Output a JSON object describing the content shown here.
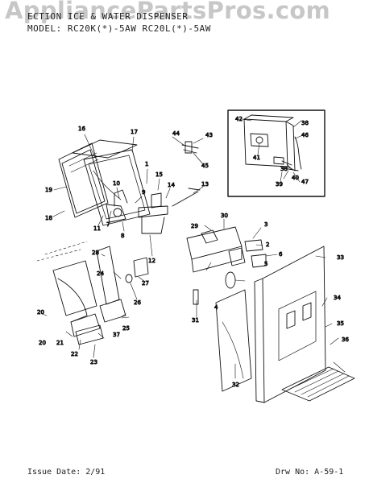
{
  "watermark": "AppliancePartsPros.com",
  "header": {
    "section_line": "ECTION  ICE & WATER DISPENSER",
    "model_line": "MODEL:  RC20K(*)-5AW  RC20L(*)-5AW"
  },
  "footer": {
    "issue": "Issue Date: 2/91",
    "drawing": "Drw No: A-59-1"
  },
  "callouts": [
    "1",
    "2",
    "3",
    "4",
    "5",
    "6",
    "7",
    "8",
    "9",
    "10",
    "11",
    "12",
    "13",
    "14",
    "15",
    "16",
    "17",
    "18",
    "19",
    "20",
    "21",
    "22",
    "23",
    "24",
    "25",
    "26",
    "27",
    "28",
    "29",
    "30",
    "31",
    "32",
    "33",
    "34",
    "35",
    "36",
    "37",
    "38",
    "39",
    "40",
    "41",
    "42",
    "43",
    "44",
    "45",
    "46",
    "47"
  ]
}
